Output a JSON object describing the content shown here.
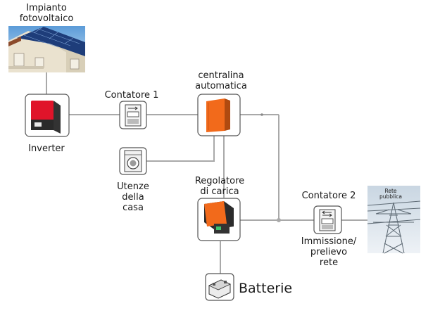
{
  "labels": {
    "pv_line1": "Impianto",
    "pv_line2": "fotovoltaico",
    "inverter": "Inverter",
    "meter1": "Contatore 1",
    "controller_line1": "centralina",
    "controller_line2": "automatica",
    "home_line1": "Utenze",
    "home_line2": "della",
    "home_line3": "casa",
    "charge_line1": "Regolatore",
    "charge_line2": "di carica",
    "meter2": "Contatore 2",
    "grid_line1": "Immissione/",
    "grid_line2": "prelievo",
    "grid_line3": "rete",
    "batteries": "Batterie",
    "pylon_line1": "Rete",
    "pylon_line2": "pubblica"
  },
  "colors": {
    "wire": "#a9a9a9",
    "box_border": "#555555",
    "inverter_red": "#e0142a",
    "cabinet_orange": "#f26a1b",
    "sky": "#7fb5e3"
  },
  "icons": {
    "pv": "solar-house-image",
    "inverter": "inverter-icon",
    "meter": "electric-meter-icon",
    "controller": "electrical-cabinet-icon",
    "appliance": "washing-machine-icon",
    "charge_controller": "charge-controller-icon",
    "battery": "battery-pack-icon",
    "grid": "power-pylon-image"
  }
}
